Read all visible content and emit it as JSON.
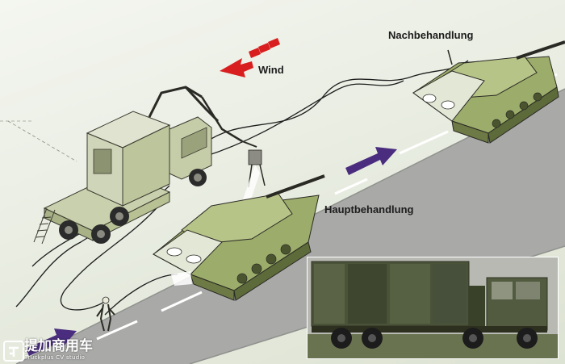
{
  "labels": {
    "wind": "Wind",
    "nachbehandlung": "Nachbehandlung",
    "hauptbehandlung": "Hauptbehandlung"
  },
  "watermark": {
    "text": "提加商用车",
    "subtext": "Truckplus CV studio",
    "icon": "truckplus-logo-icon"
  },
  "colors": {
    "wind_arrow": "#d81e1e",
    "direction_arrow": "#4a2d7e",
    "road": "#a9aaa8",
    "grass": "#dde3d3",
    "tank_green": "#9cac6a",
    "decontaminated": "#e2e7d6"
  }
}
